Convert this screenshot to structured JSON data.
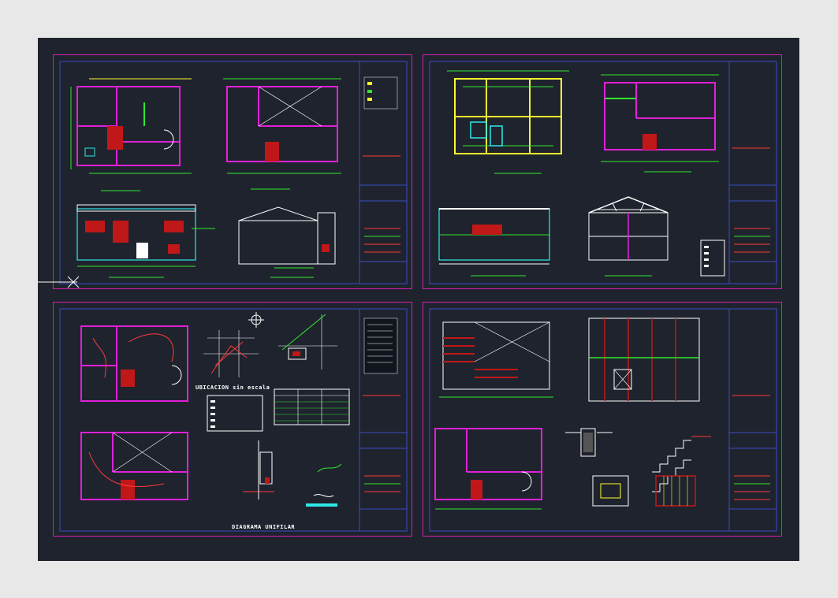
{
  "drawing": {
    "captions": {
      "ubicacion": "UBICACION  sin escala",
      "diagrama_unifilar": "DIAGRAMA UNIFILAR"
    },
    "sheets": [
      {
        "id": "sheet-1",
        "content": "architecture-plans-elevations"
      },
      {
        "id": "sheet-2",
        "content": "structural-plans-sections"
      },
      {
        "id": "sheet-3",
        "content": "electrical-plans-location"
      },
      {
        "id": "sheet-4",
        "content": "roof-stairs-details"
      }
    ],
    "colors": {
      "background": "#1f232d",
      "sheet_border": "#d21fb0",
      "walls": "#e020d8",
      "dimension": "#2fe82f",
      "annotation": "#ff3a3a",
      "title_block": "#3a4cc8",
      "text": "#ffffff",
      "highlight": "#ffff30",
      "cyan": "#30e8e8"
    },
    "icons": {
      "crosshair": "crosshair-icon",
      "north_arrow": "north-arrow-icon"
    }
  }
}
